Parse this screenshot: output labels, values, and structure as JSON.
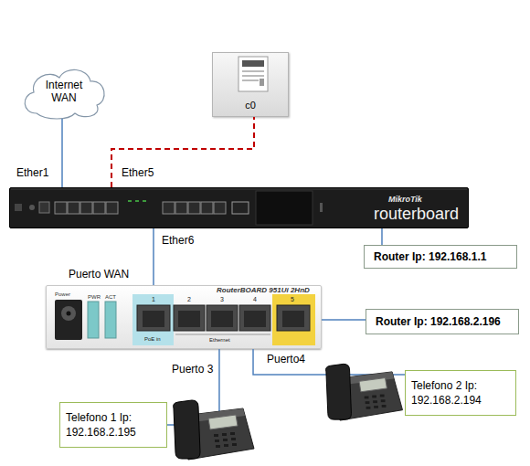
{
  "diagram": {
    "nodes": [
      {
        "text": [
          "Internet WAN"
        ]
      },
      {
        "text": [
          "c0"
        ]
      },
      {
        "text": [
          "MikroTik",
          "routerboard"
        ]
      },
      {
        "text": [
          "Router Ip: 192.168.1.1"
        ]
      },
      {
        "text": [
          "RouterBOARD 951Ui 2HnD"
        ]
      },
      {
        "text": [
          "Router Ip: 192.168.2.196"
        ]
      },
      {
        "text": [
          "Telefono 1 Ip: 192.168.2.195"
        ]
      },
      {
        "text": [
          "Telefono 2 Ip: 192.168.2.194"
        ]
      }
    ],
    "edges": [
      {
        "from": 0,
        "to": 2,
        "arrow": "none",
        "label": "Ether1"
      },
      {
        "from": 2,
        "to": 1,
        "arrow": "none",
        "label": "Ether5"
      },
      {
        "from": 2,
        "to": 4,
        "arrow": "none",
        "label": "Ether6"
      },
      {
        "from": 2,
        "to": 3,
        "arrow": "none"
      },
      {
        "from": 4,
        "to": 5,
        "arrow": "none"
      },
      {
        "from": 4,
        "to": 6,
        "arrow": "none",
        "label": "Puerto 3"
      },
      {
        "from": 4,
        "to": 7,
        "arrow": "none",
        "label": "Puerto4"
      }
    ],
    "labels": [
      "Puerto WAN",
      "Power",
      "PWR",
      "ACT",
      "1",
      "2",
      "3",
      "4",
      "5",
      "PoE in",
      "Ethernet"
    ]
  }
}
